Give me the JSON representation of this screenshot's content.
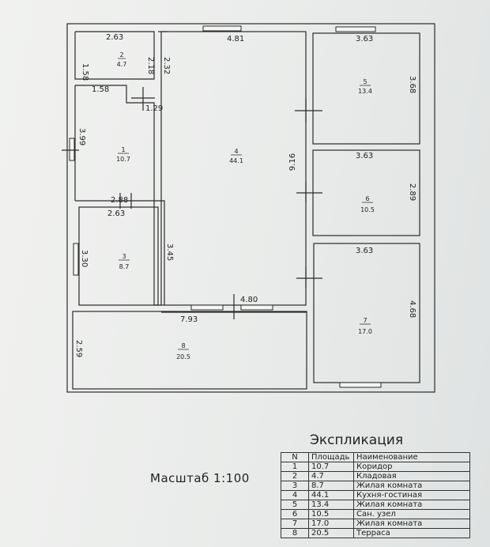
{
  "scale_label": "Масштаб 1:100",
  "explication": {
    "title": "Экспликация",
    "headers": [
      "N",
      "Площадь",
      "Наименование"
    ],
    "rows": [
      [
        "1",
        "10.7",
        "Коридор"
      ],
      [
        "2",
        "4.7",
        "Кладовая"
      ],
      [
        "3",
        "8.7",
        "Жилая комната"
      ],
      [
        "4",
        "44.1",
        "Кухня-гостиная"
      ],
      [
        "5",
        "13.4",
        "Жилая комната"
      ],
      [
        "6",
        "10.5",
        "Сан. узел"
      ],
      [
        "7",
        "17.0",
        "Жилая комната"
      ],
      [
        "8",
        "20.5",
        "Терраса"
      ]
    ]
  },
  "rooms": [
    {
      "num": "1",
      "area": "10.7"
    },
    {
      "num": "2",
      "area": "4.7"
    },
    {
      "num": "3",
      "area": "8.7"
    },
    {
      "num": "4",
      "area": "44.1"
    },
    {
      "num": "5",
      "area": "13.4"
    },
    {
      "num": "6",
      "area": "10.5"
    },
    {
      "num": "7",
      "area": "17.0"
    },
    {
      "num": "8",
      "area": "20.5"
    }
  ],
  "dimensions": {
    "d_2_63_top": "2.63",
    "d_1_58_left": "1.58",
    "d_2_18": "2.18",
    "d_2_32": "2.32",
    "d_4_81": "4.81",
    "d_3_63_r5": "3.63",
    "d_3_68": "3.68",
    "d_1_58_mid": "1.58",
    "d_1_29": "1.29",
    "d_3_99": "3.99",
    "d_9_16": "9.16",
    "d_3_63_r6": "3.63",
    "d_2_89": "2.89",
    "d_2_88": "2.88",
    "d_2_63_r3": "2.63",
    "d_3_30": "3.30",
    "d_3_45": "3.45",
    "d_3_63_r7": "3.63",
    "d_4_68": "4.68",
    "d_4_80": "4.80",
    "d_7_93": "7.93",
    "d_2_59": "2.59"
  }
}
